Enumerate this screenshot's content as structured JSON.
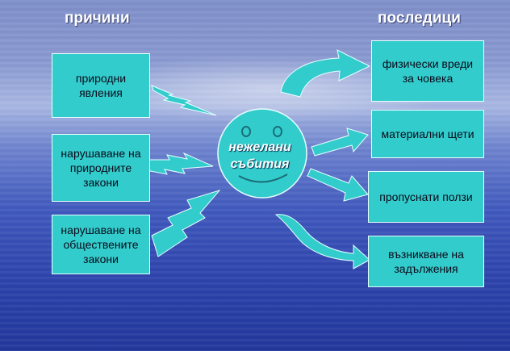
{
  "headings": {
    "causes": "причини",
    "consequences": "последици"
  },
  "causes": [
    "природни явления",
    "нарушаване на природните закони",
    "нарушаване на обществените закони"
  ],
  "center": {
    "line1": "нежелани",
    "line2": "събития"
  },
  "consequences": [
    "физически вреди за човека",
    "материални щети",
    "пропуснати ползи",
    "възникване на задължения"
  ],
  "colors": {
    "shape_fill": "#33cccc",
    "shape_border": "#e8ffff",
    "heading_text": "#ffffff"
  }
}
